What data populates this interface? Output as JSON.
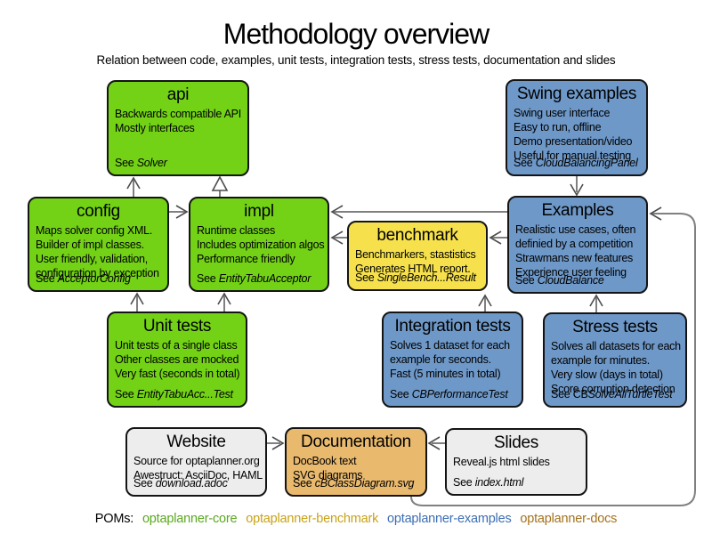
{
  "header": {
    "title": "Methodology overview",
    "subtitle": "Relation between code, examples, unit tests, integration tests, stress tests, documentation and slides"
  },
  "palette": {
    "box_green": "#73d216",
    "box_blue": "#6e98c8",
    "box_yellow": "#f6e14d",
    "box_tan": "#e9b96e",
    "box_gray": "#ededed",
    "connector_gray": "#808080"
  },
  "boxes": {
    "api": {
      "title": "api",
      "lines": [
        "Backwards compatible API",
        "Mostly interfaces"
      ],
      "see_prefix": "See ",
      "see_italic": "Solver"
    },
    "swing_examples": {
      "title": "Swing examples",
      "lines": [
        "Swing user interface",
        "Easy to run, offline",
        "Demo presentation/video",
        "Useful for manual testing"
      ],
      "see_prefix": "See ",
      "see_italic": "CloudBalancingPanel"
    },
    "config": {
      "title": "config",
      "lines": [
        "Maps solver config XML.",
        "Builder of impl classes.",
        "User friendly, validation,",
        "configuration by exception"
      ],
      "see_prefix": "See ",
      "see_italic": "AcceptorConfig"
    },
    "impl": {
      "title": "impl",
      "lines": [
        "Runtime classes",
        "Includes optimization algos",
        "Performance friendly"
      ],
      "see_prefix": "See ",
      "see_italic": "EntityTabuAcceptor"
    },
    "benchmark": {
      "title": "benchmark",
      "lines": [
        "Benchmarkers, stastistics",
        "Generates HTML report."
      ],
      "see_prefix": "See ",
      "see_italic": "SingleBench...Result"
    },
    "examples": {
      "title": "Examples",
      "lines": [
        "Realistic use cases, often",
        "definied by a competition",
        "Strawmans new features",
        "Experience user feeling"
      ],
      "see_prefix": "See ",
      "see_italic": "CloudBalance"
    },
    "unit_tests": {
      "title": "Unit tests",
      "lines": [
        "Unit tests of a single class",
        "Other classes are mocked",
        "Very fast (seconds in total)"
      ],
      "see_prefix": "See ",
      "see_italic": "EntityTabuAcc...Test"
    },
    "integration_tests": {
      "title": "Integration tests",
      "lines": [
        "Solves 1 dataset for each",
        "example for seconds.",
        "Fast (5 minutes in total)"
      ],
      "see_prefix": "See ",
      "see_italic": "CBPerformanceTest"
    },
    "stress_tests": {
      "title": "Stress tests",
      "lines": [
        "Solves all datasets for each",
        "example for minutes.",
        "Very slow (days in total)",
        "Score corruption detection"
      ],
      "see_prefix": "See CB",
      "see_italic": "SolveAllTurtleTest"
    },
    "website": {
      "title": "Website",
      "lines": [
        "Source for optaplanner.org",
        "Awestruct: AsciiDoc, HAML"
      ],
      "see_prefix": "See ",
      "see_italic": "download.adoc"
    },
    "documentation": {
      "title": "Documentation",
      "lines": [
        "DocBook text",
        "SVG diagrams"
      ],
      "see_prefix": "See ",
      "see_italic": "cBClassDiagram.svg"
    },
    "slides": {
      "title": "Slides",
      "lines": [
        "Reveal.js html slides"
      ],
      "see_prefix": "See ",
      "see_italic": "index.html"
    }
  },
  "poms": {
    "label": "POMs:",
    "items": [
      {
        "text": "optaplanner-core",
        "color": "#5aa81f"
      },
      {
        "text": "optaplanner-benchmark",
        "color": "#c8a217"
      },
      {
        "text": "optaplanner-examples",
        "color": "#3d6eb4"
      },
      {
        "text": "optaplanner-docs",
        "color": "#a4721c"
      }
    ]
  }
}
